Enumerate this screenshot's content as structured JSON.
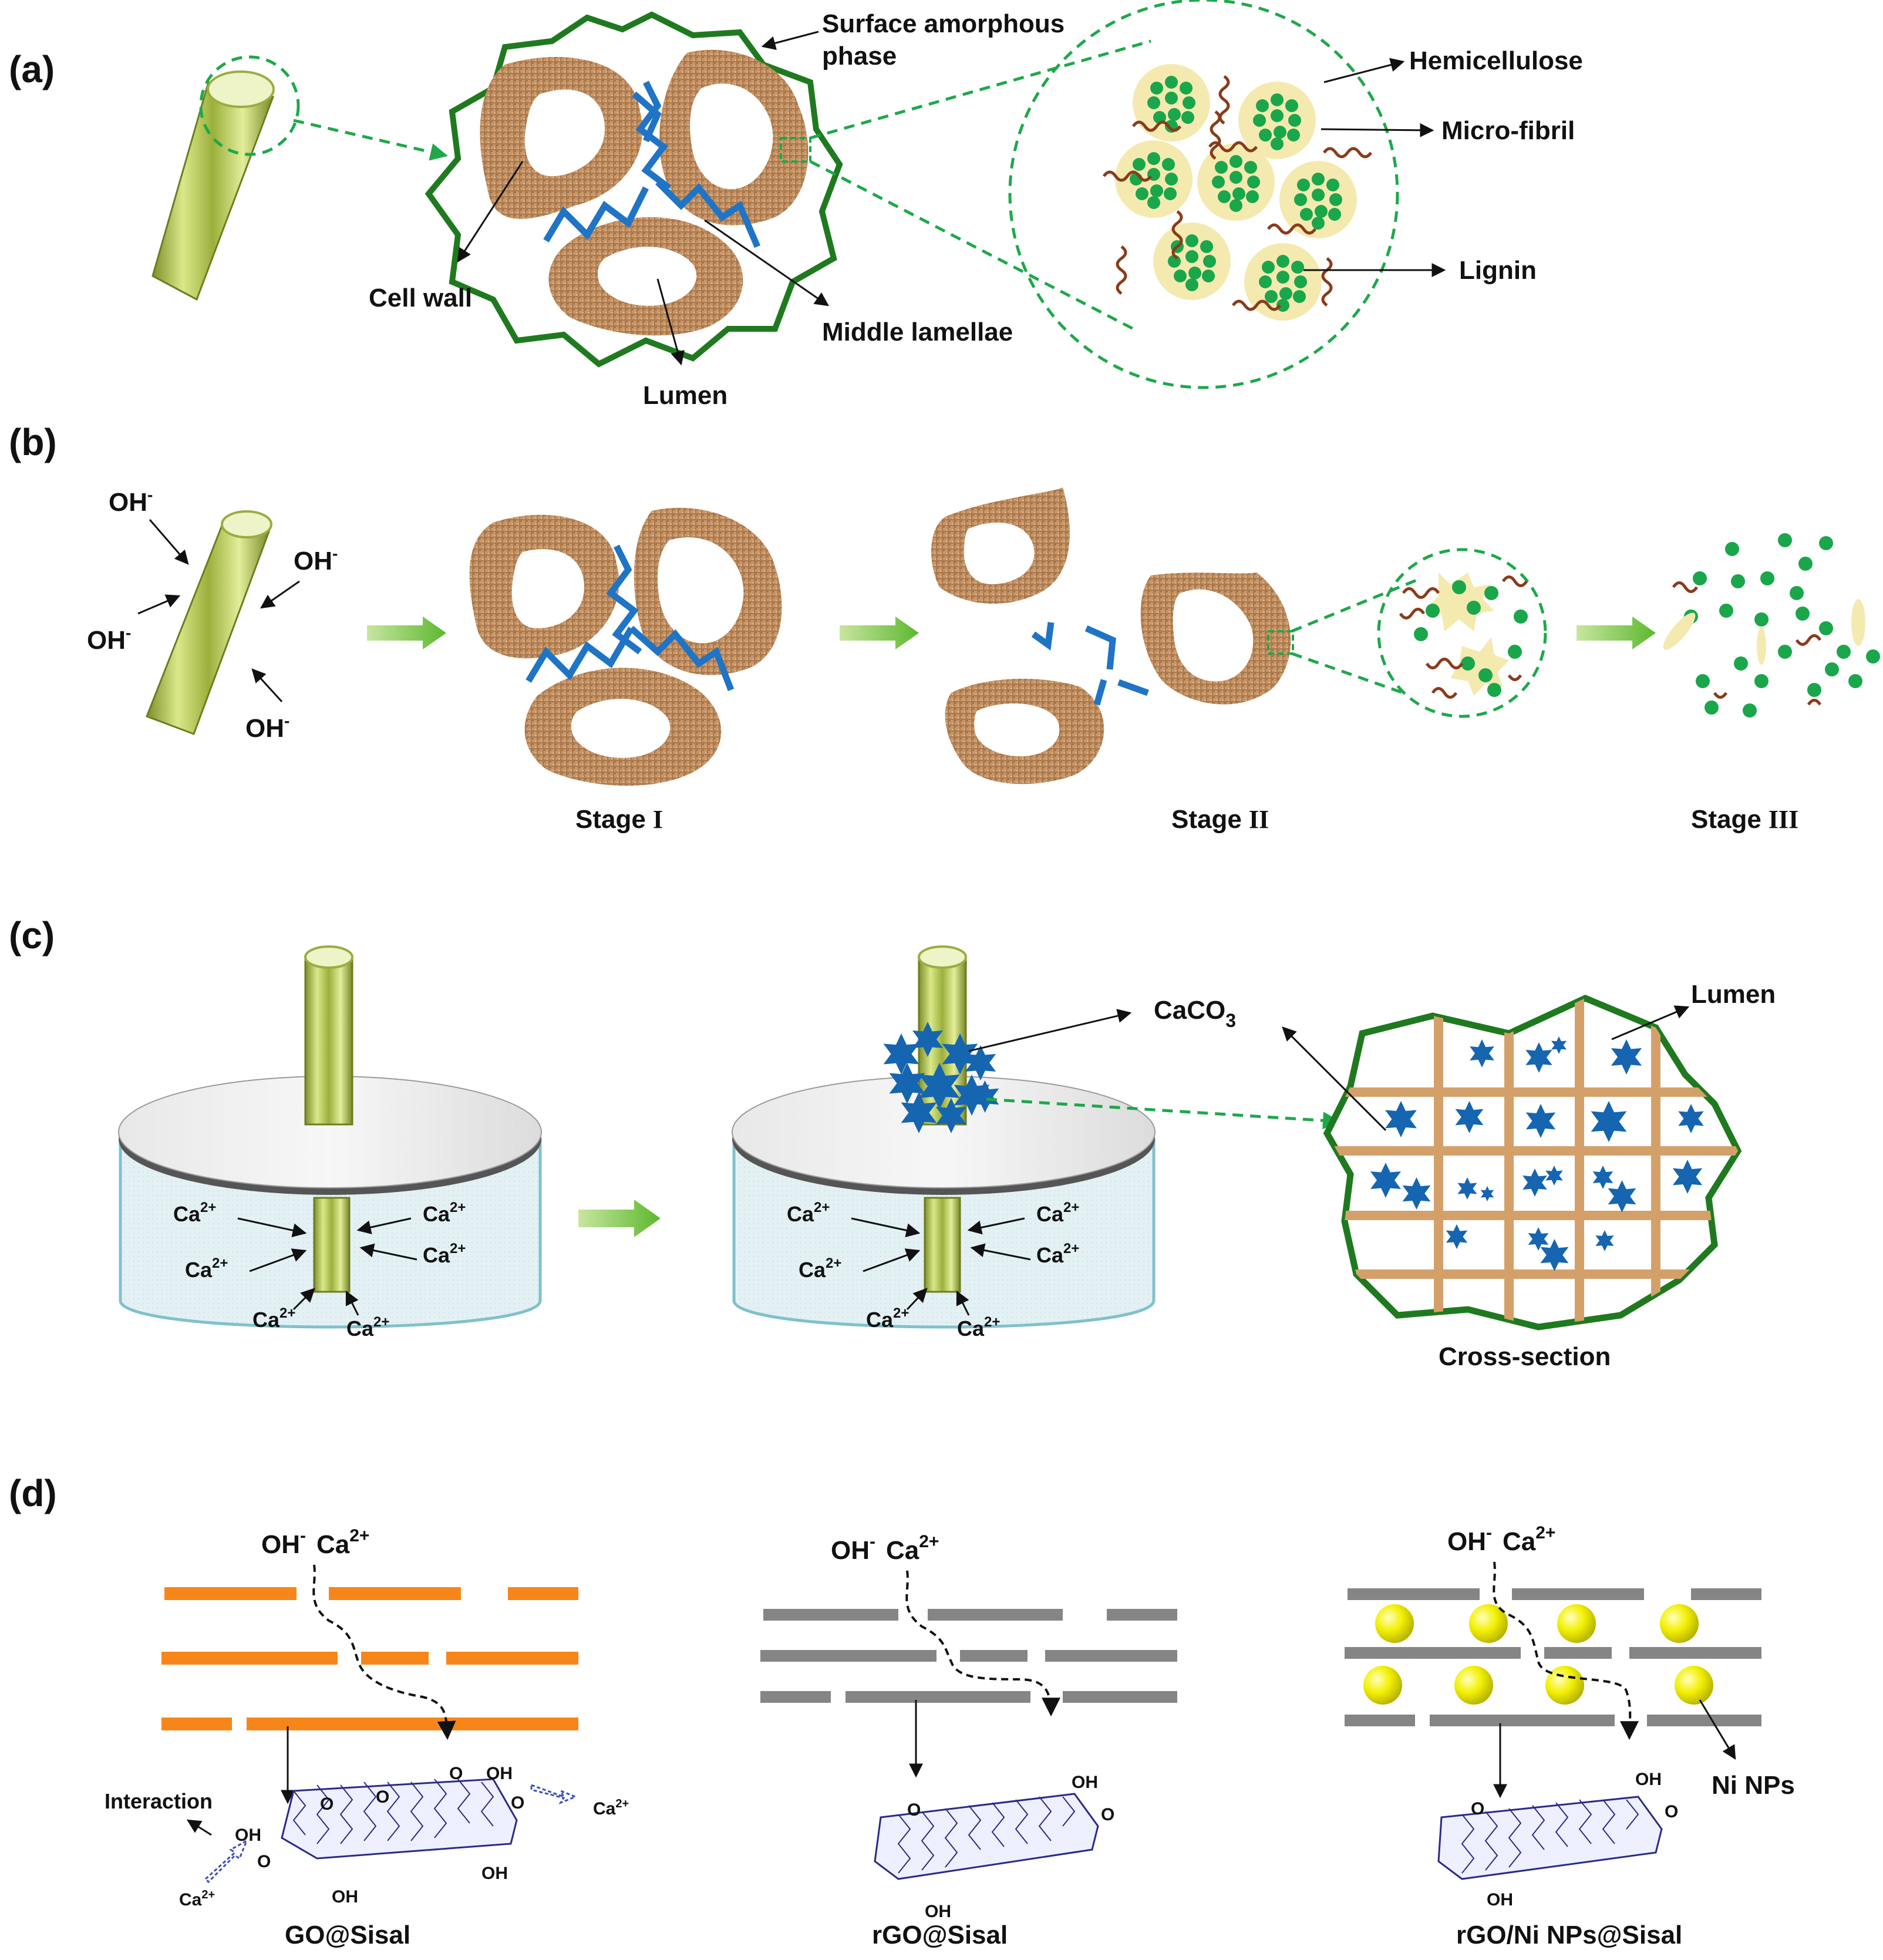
{
  "panel_labels": {
    "a": "(a)",
    "b": "(b)",
    "c": "(c)",
    "d": "(d)"
  },
  "panel_a": {
    "surface_amorphous_1": "Surface amorphous",
    "surface_amorphous_2": "phase",
    "cell_wall": "Cell wall",
    "middle_lamellae": "Middle lamellae",
    "lumen": "Lumen",
    "hemicellulose": "Hemicellulose",
    "micro_fibril": "Micro-fibril",
    "lignin": "Lignin"
  },
  "panel_b": {
    "hydroxide": "OH",
    "minus": "-",
    "stage_prefix": "Stage",
    "stage_1": "I",
    "stage_2": "II",
    "stage_3": "III"
  },
  "panel_c": {
    "calcium_ion": "Ca",
    "ca_charge": "2+",
    "caco3_main": "CaCO",
    "caco3_sub": "3",
    "lumen": "Lumen",
    "cross_section": "Cross-section"
  },
  "panel_d": {
    "ions_oh": "OH",
    "ions_minus": "-",
    "ions_ca": "Ca",
    "ions_ca_charge": "2+",
    "interaction": "Interaction",
    "oh_group": "OH",
    "o_atom": "O",
    "ca_ion": "Ca",
    "ca_ion_charge": "2+",
    "ni_nps": "Ni NPs",
    "caption_go": "GO@Sisal",
    "caption_rgo": "rGO@Sisal",
    "caption_rgo_ni": "rGO/Ni NPs@Sisal"
  },
  "colors": {
    "fiber_green": "#b5cc55",
    "cell_brown": "#c49060",
    "lamella_blue": "#1f74c6",
    "outline_green": "#1f7a1f",
    "microfibril_green": "#1aa64a",
    "hemicellulose_yellow": "#f4eab0",
    "lignin_brown": "#8a3b1a",
    "go_orange": "#f7861a",
    "rgo_gray": "#858585",
    "ni_yellow": "#f2f000",
    "arrow_green": "#7ac943",
    "caco3_blue": "#1565b0",
    "grid_tan": "#d4a06a",
    "water_blue": "#dfeef2"
  }
}
